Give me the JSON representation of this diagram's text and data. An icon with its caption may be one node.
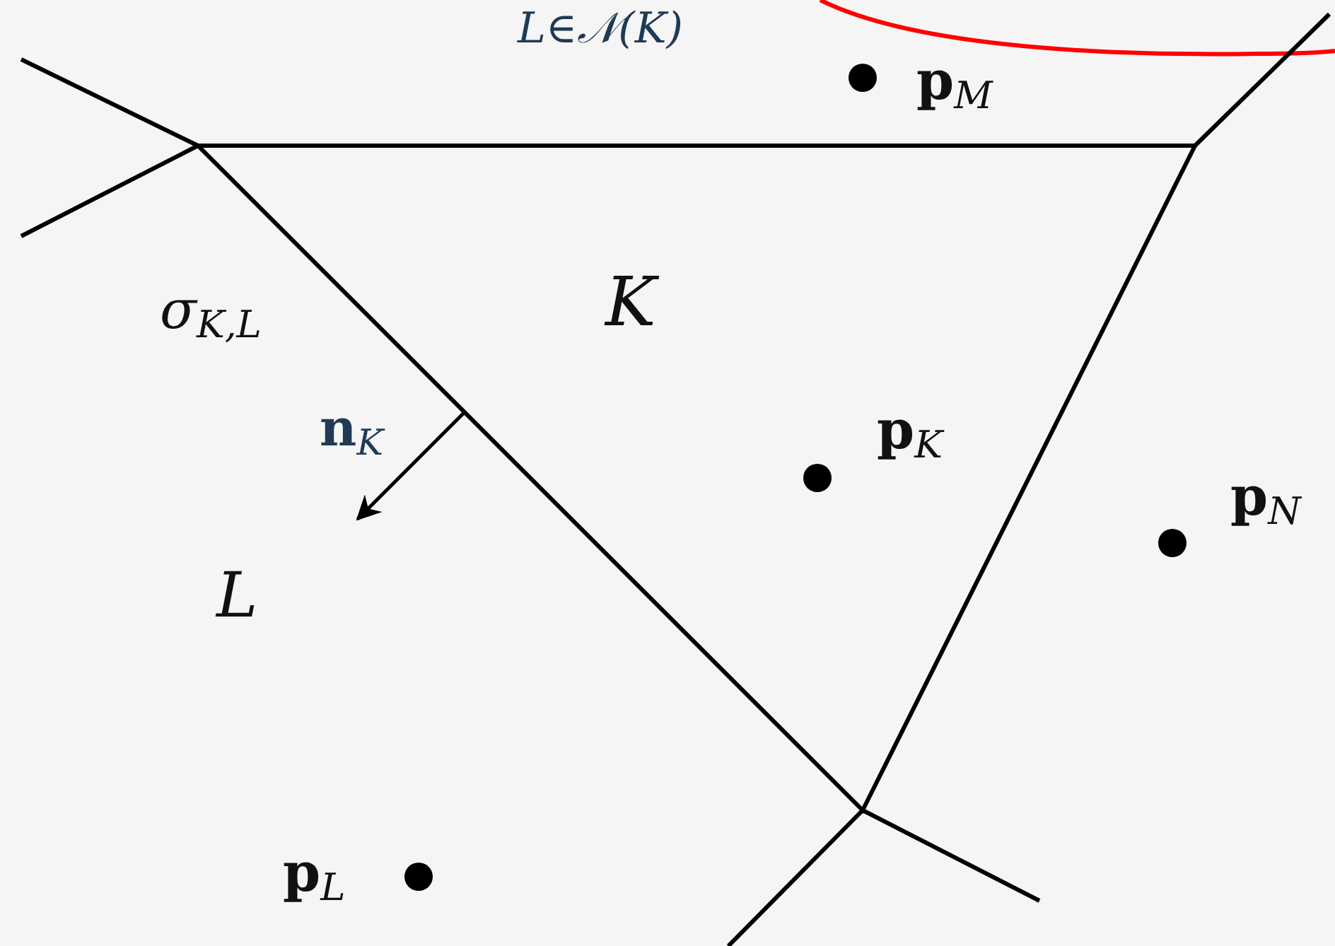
{
  "diagram": {
    "labels": [
      "L∈𝒩(K)",
      "**p**$_{M}$",
      "σ$_{K,L}$",
      "K",
      "**n**$_{K}$",
      "**p**$_{K}$",
      "**p**$_{N}$",
      "L",
      "**p**$_{L}$"
    ]
  }
}
